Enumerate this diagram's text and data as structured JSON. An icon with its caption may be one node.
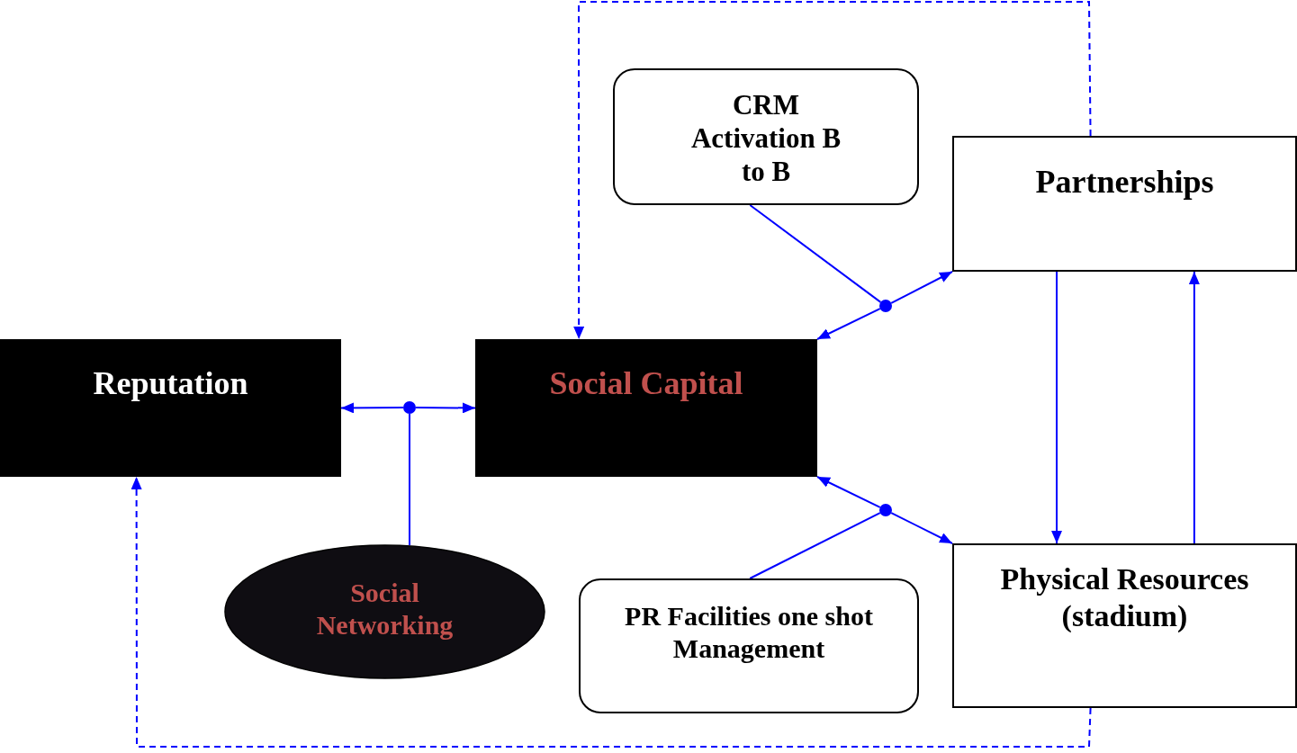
{
  "diagram": {
    "nodes": [
      {
        "text": [
          "Reputation"
        ]
      },
      {
        "text": [
          "Social Capital"
        ]
      },
      {
        "text": [
          "Partnerships"
        ]
      },
      {
        "text": [
          "Physical Resources (stadium)"
        ]
      },
      {
        "text": [
          "CRM Activation B to B"
        ]
      },
      {
        "text": [
          "PR Facilities one shot Management"
        ]
      },
      {
        "text": [
          "Social Networking"
        ]
      },
      {
        "text": [],
        "shape": "circle"
      },
      {
        "text": [],
        "shape": "circle"
      },
      {
        "text": [],
        "shape": "circle"
      }
    ],
    "edges": [
      {
        "from": 7,
        "to": 0,
        "arrow": "to"
      },
      {
        "from": 7,
        "to": 1,
        "arrow": "to"
      },
      {
        "from": 6,
        "to": 7,
        "arrow": "none"
      },
      {
        "from": 4,
        "to": 8,
        "arrow": "none"
      },
      {
        "from": 8,
        "to": 1,
        "arrow": "to"
      },
      {
        "from": 8,
        "to": 2,
        "arrow": "to"
      },
      {
        "from": 5,
        "to": 9,
        "arrow": "none"
      },
      {
        "from": 9,
        "to": 1,
        "arrow": "to"
      },
      {
        "from": 9,
        "to": 3,
        "arrow": "to"
      },
      {
        "from": 2,
        "to": 3,
        "arrow": "to"
      },
      {
        "from": 3,
        "to": 2,
        "arrow": "to"
      },
      {
        "from": 2,
        "to": 1,
        "arrow": "to",
        "style": "dashed"
      },
      {
        "from": 3,
        "to": 0,
        "arrow": "to",
        "style": "dashed"
      }
    ]
  }
}
